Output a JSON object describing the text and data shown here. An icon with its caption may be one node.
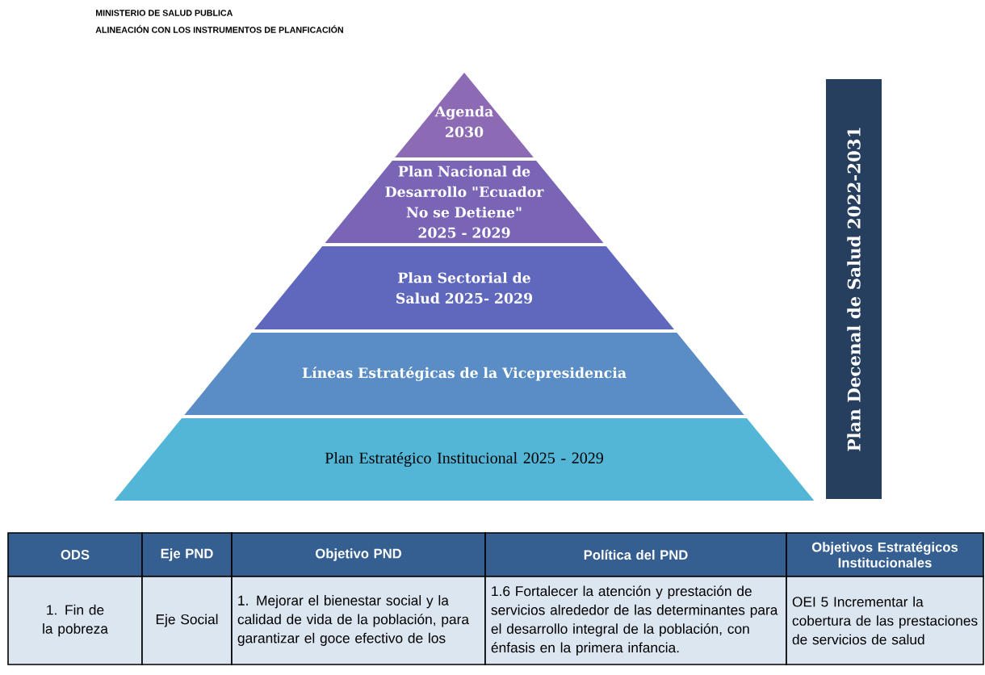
{
  "diagram": {
    "title": "ALINEACIÓN CON LOS INSTRUMENTOS DE PLANFICACIÓN",
    "nodes": [
      {
        "text": [
          "Agenda 2030"
        ]
      },
      {
        "text": [
          "Plan Nacional de Desarrollo \"Ecuador No se Detiene\" 2025 - 2029"
        ]
      },
      {
        "text": [
          "Plan Sectorial de Salud 2025- 2029"
        ]
      },
      {
        "text": [
          "Líneas Estratégicas de la Vicepresidencia"
        ]
      },
      {
        "text": [
          "Plan Estratégico Institucional 2025 - 2029"
        ]
      },
      {
        "text": [
          "Plan Decenal de Salud 2022-2031"
        ]
      }
    ],
    "labels": [
      "MINISTERIO DE SALUD PUBLICA",
      "ODS",
      "Eje PND",
      "Objetivo  PND",
      "Política del PND",
      "Objetivos Estratégicos Institucionales",
      "1. Fin de la pobreza",
      "Eje Social",
      "1. Mejorar el bienestar social y la calidad de vida de la población, para garantizar el goce efectivo de los",
      "1.6 Fortalecer la atención y prestación de servicios alrededor de las determinantes para el  desarrollo integral de la población, con énfasis en la primera infancia.",
      "OEI 5 Incrementar la cobertura de las prestaciones de servicios de salud"
    ]
  }
}
